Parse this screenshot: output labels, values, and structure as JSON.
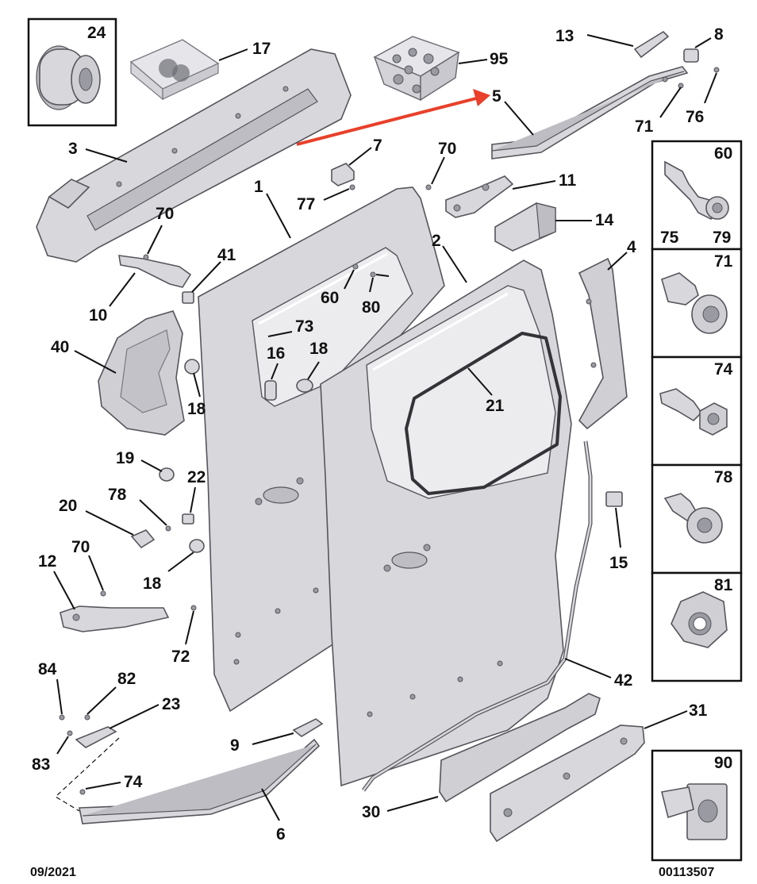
{
  "labels": {
    "l24": "24",
    "l17": "17",
    "l95": "95",
    "l13": "13",
    "l8": "8",
    "l5": "5",
    "l76": "76",
    "l71": "71",
    "l3": "3",
    "l7": "7",
    "l70a": "70",
    "l11": "11",
    "l77": "77",
    "l1": "1",
    "l70b": "70",
    "l14": "14",
    "l2": "2",
    "l41": "41",
    "l4": "4",
    "l60": "60",
    "l80": "80",
    "l10": "10",
    "l73": "73",
    "l40": "40",
    "l16": "16",
    "l18a": "18",
    "l21": "21",
    "l18b": "18",
    "l19": "19",
    "l22": "22",
    "l78": "78",
    "l20": "20",
    "l15": "15",
    "l70c": "70",
    "l12": "12",
    "l18c": "18",
    "l72": "72",
    "l84": "84",
    "l82": "82",
    "l42": "42",
    "l23": "23",
    "l31": "31",
    "l9": "9",
    "l83": "83",
    "l74": "74",
    "l30": "30",
    "l6": "6"
  },
  "side_boxes": {
    "b60": "60",
    "b75": "75",
    "b79": "79",
    "b71": "71",
    "b74": "74",
    "b78": "78",
    "b81": "81",
    "b90": "90"
  },
  "footer": {
    "date": "09/2021",
    "ref": "00113507"
  },
  "colors": {
    "arrow": "#e8402a",
    "part_fill": "#d8d8dc",
    "outline": "#55555c"
  }
}
